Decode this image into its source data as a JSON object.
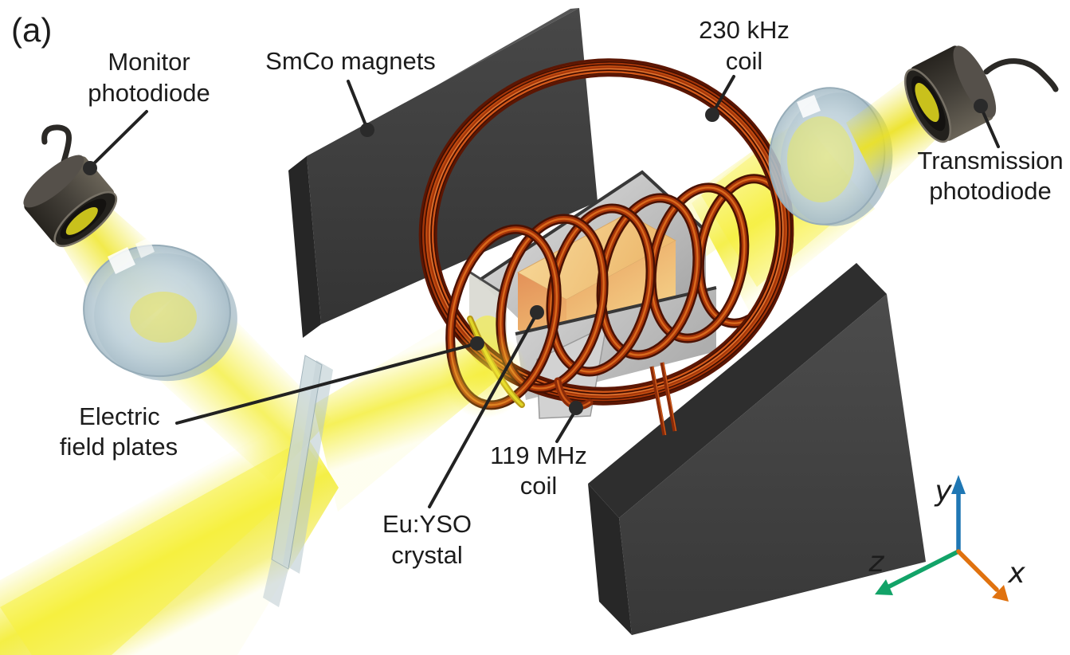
{
  "figure_label": "(a)",
  "labels": {
    "monitor_photodiode": {
      "line1": "Monitor",
      "line2": "photodiode"
    },
    "smco_magnets": {
      "text": "SmCo magnets"
    },
    "coil_230khz": {
      "line1": "230 kHz",
      "line2": "coil"
    },
    "transmission_photodiode": {
      "line1": "Transmission",
      "line2": "photodiode"
    },
    "electric_field_plates": {
      "line1": "Electric",
      "line2": "field plates"
    },
    "coil_119mhz": {
      "line1": "119 MHz",
      "line2": "coil"
    },
    "eu_yso_crystal": {
      "line1": "Eu:YSO",
      "line2": "crystal"
    }
  },
  "axes": {
    "x": {
      "label": "x",
      "color": "#e0720f"
    },
    "y": {
      "label": "y",
      "color": "#1f77b4"
    },
    "z": {
      "label": "z",
      "color": "#12a368"
    }
  },
  "colors": {
    "background": "#ffffff",
    "beam_yellow": "#f2ea3c",
    "copper": "#a63508",
    "copper_dark": "#5c1603",
    "copper_highlight": "#d4591a",
    "magnet_dark": "#3d3d3d",
    "plate_gray": "#c6c6c6",
    "crystal_amber": "#eeb272",
    "lens_glass": "#c3d4dc",
    "photodiode_body": "#3b372f",
    "label_text": "#1c1c1c"
  }
}
